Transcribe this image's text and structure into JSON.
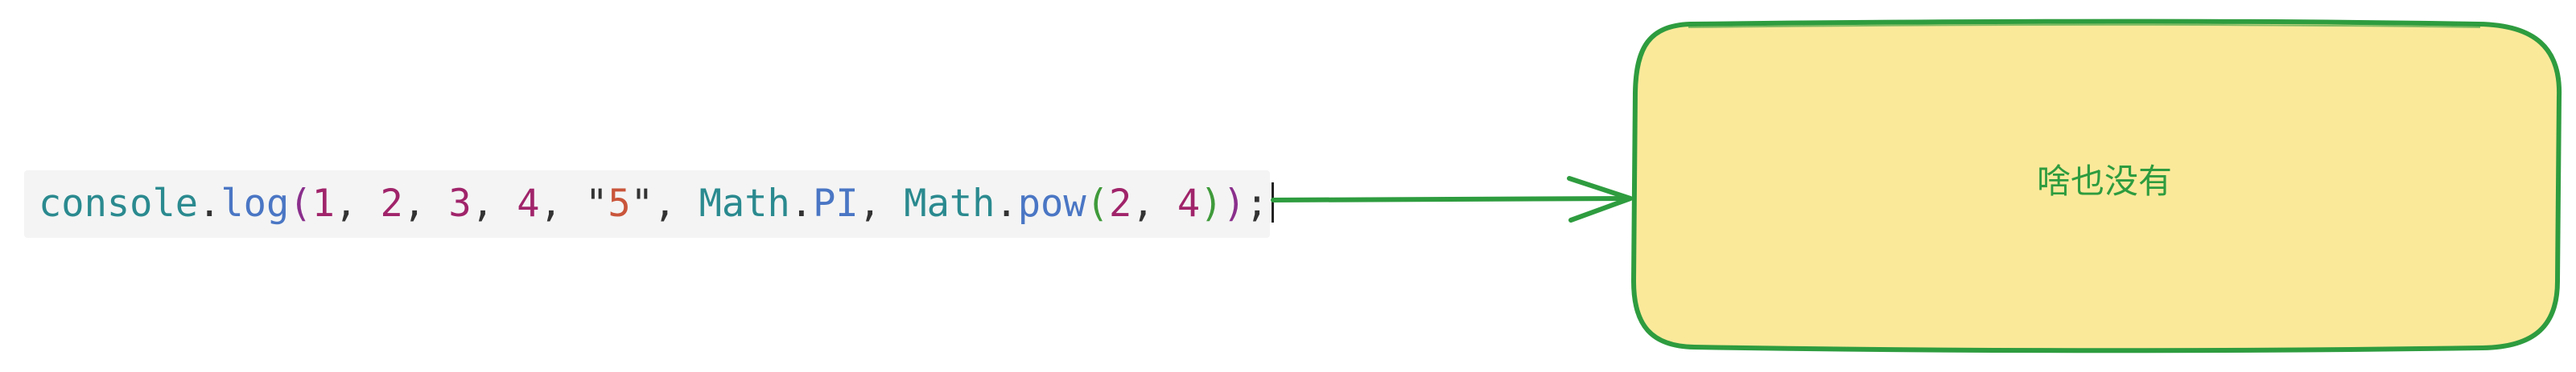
{
  "code_snippet": {
    "tokens": [
      {
        "text": "console",
        "role": "identifier"
      },
      {
        "text": ".",
        "role": "punctuation"
      },
      {
        "text": "log",
        "role": "method"
      },
      {
        "text": "(",
        "role": "paren"
      },
      {
        "text": "1",
        "role": "number"
      },
      {
        "text": ", ",
        "role": "punctuation"
      },
      {
        "text": "2",
        "role": "number"
      },
      {
        "text": ", ",
        "role": "punctuation"
      },
      {
        "text": "3",
        "role": "number"
      },
      {
        "text": ", ",
        "role": "punctuation"
      },
      {
        "text": "4",
        "role": "number"
      },
      {
        "text": ", ",
        "role": "punctuation"
      },
      {
        "text": "\"",
        "role": "punctuation"
      },
      {
        "text": "5",
        "role": "string"
      },
      {
        "text": "\"",
        "role": "punctuation"
      },
      {
        "text": ", ",
        "role": "punctuation"
      },
      {
        "text": "Math",
        "role": "identifier"
      },
      {
        "text": ".",
        "role": "punctuation"
      },
      {
        "text": "PI",
        "role": "method"
      },
      {
        "text": ", ",
        "role": "punctuation"
      },
      {
        "text": "Math",
        "role": "identifier"
      },
      {
        "text": ".",
        "role": "punctuation"
      },
      {
        "text": "pow",
        "role": "method"
      },
      {
        "text": "(",
        "role": "paren2"
      },
      {
        "text": "2",
        "role": "number"
      },
      {
        "text": ", ",
        "role": "punctuation"
      },
      {
        "text": "4",
        "role": "number"
      },
      {
        "text": ")",
        "role": "paren2"
      },
      {
        "text": ")",
        "role": "paren"
      },
      {
        "text": ";",
        "role": "punctuation"
      }
    ],
    "colors": {
      "identifier": "#2a8a8f",
      "method": "#4a76c4",
      "paren": "#8a2f8c",
      "paren2": "#3f9a3a",
      "number": "#a0246a",
      "string": "#c9553a",
      "punctuation": "#333333"
    }
  },
  "connector": {
    "kind": "arrow",
    "color": "#2e9c3f"
  },
  "note_box": {
    "label": "啥也没有",
    "fill": "#fbe99a",
    "border": "#2e9c3f"
  }
}
